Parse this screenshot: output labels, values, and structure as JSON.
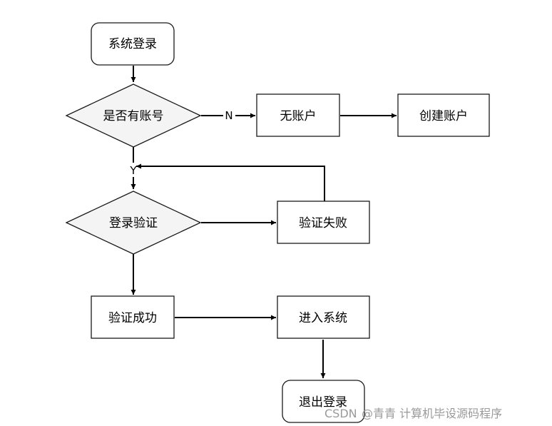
{
  "nodes": {
    "login": "系统登录",
    "has_account": "是否有账号",
    "no_account": "无账户",
    "create_account": "创建账户",
    "verify": "登录验证",
    "verify_failed": "验证失败",
    "verify_success": "验证成功",
    "enter_system": "进入系统",
    "logout": "退出登录"
  },
  "edges": {
    "no_label": "N",
    "yes_label": "Y"
  },
  "watermark": {
    "source": "CSDN",
    "author": "@青青  计算机毕设源码程序"
  },
  "colors": {
    "box_fill": "#ffffff",
    "diamond_fill": "#f4f4f4",
    "stroke": "#1a1a1a",
    "watermark": "#9a9a9a"
  }
}
